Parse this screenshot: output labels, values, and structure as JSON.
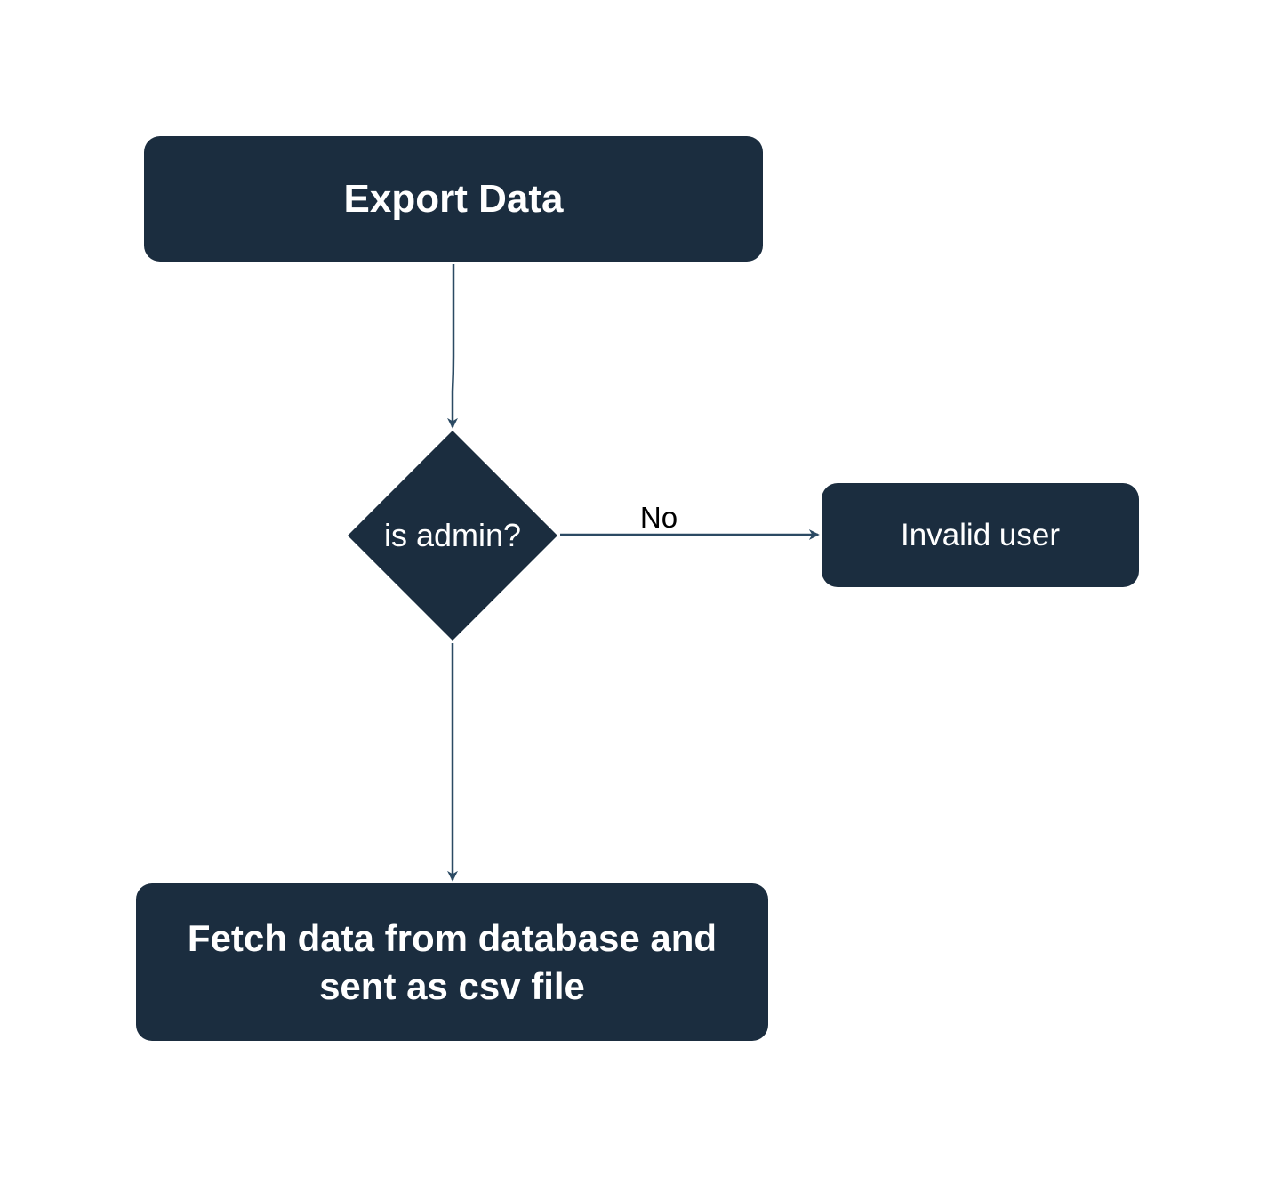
{
  "nodes": {
    "start": {
      "label": "Export Data",
      "shape": "rounded-rectangle"
    },
    "decision": {
      "label": "is admin?",
      "shape": "diamond"
    },
    "invalid": {
      "label": "Invalid user",
      "shape": "rounded-rectangle"
    },
    "fetch": {
      "label": "Fetch data from database and sent as csv file",
      "shape": "rounded-rectangle"
    }
  },
  "edges": [
    {
      "from": "start",
      "to": "decision",
      "label": ""
    },
    {
      "from": "decision",
      "to": "invalid",
      "label": "No"
    },
    {
      "from": "decision",
      "to": "fetch",
      "label": ""
    }
  ],
  "edge_labels": {
    "no": "No"
  },
  "colors": {
    "node_fill": "#1b2d3f",
    "node_text": "#ffffff",
    "edge_stroke": "#2b4a63",
    "label_text": "#000000",
    "background": "#ffffff"
  }
}
